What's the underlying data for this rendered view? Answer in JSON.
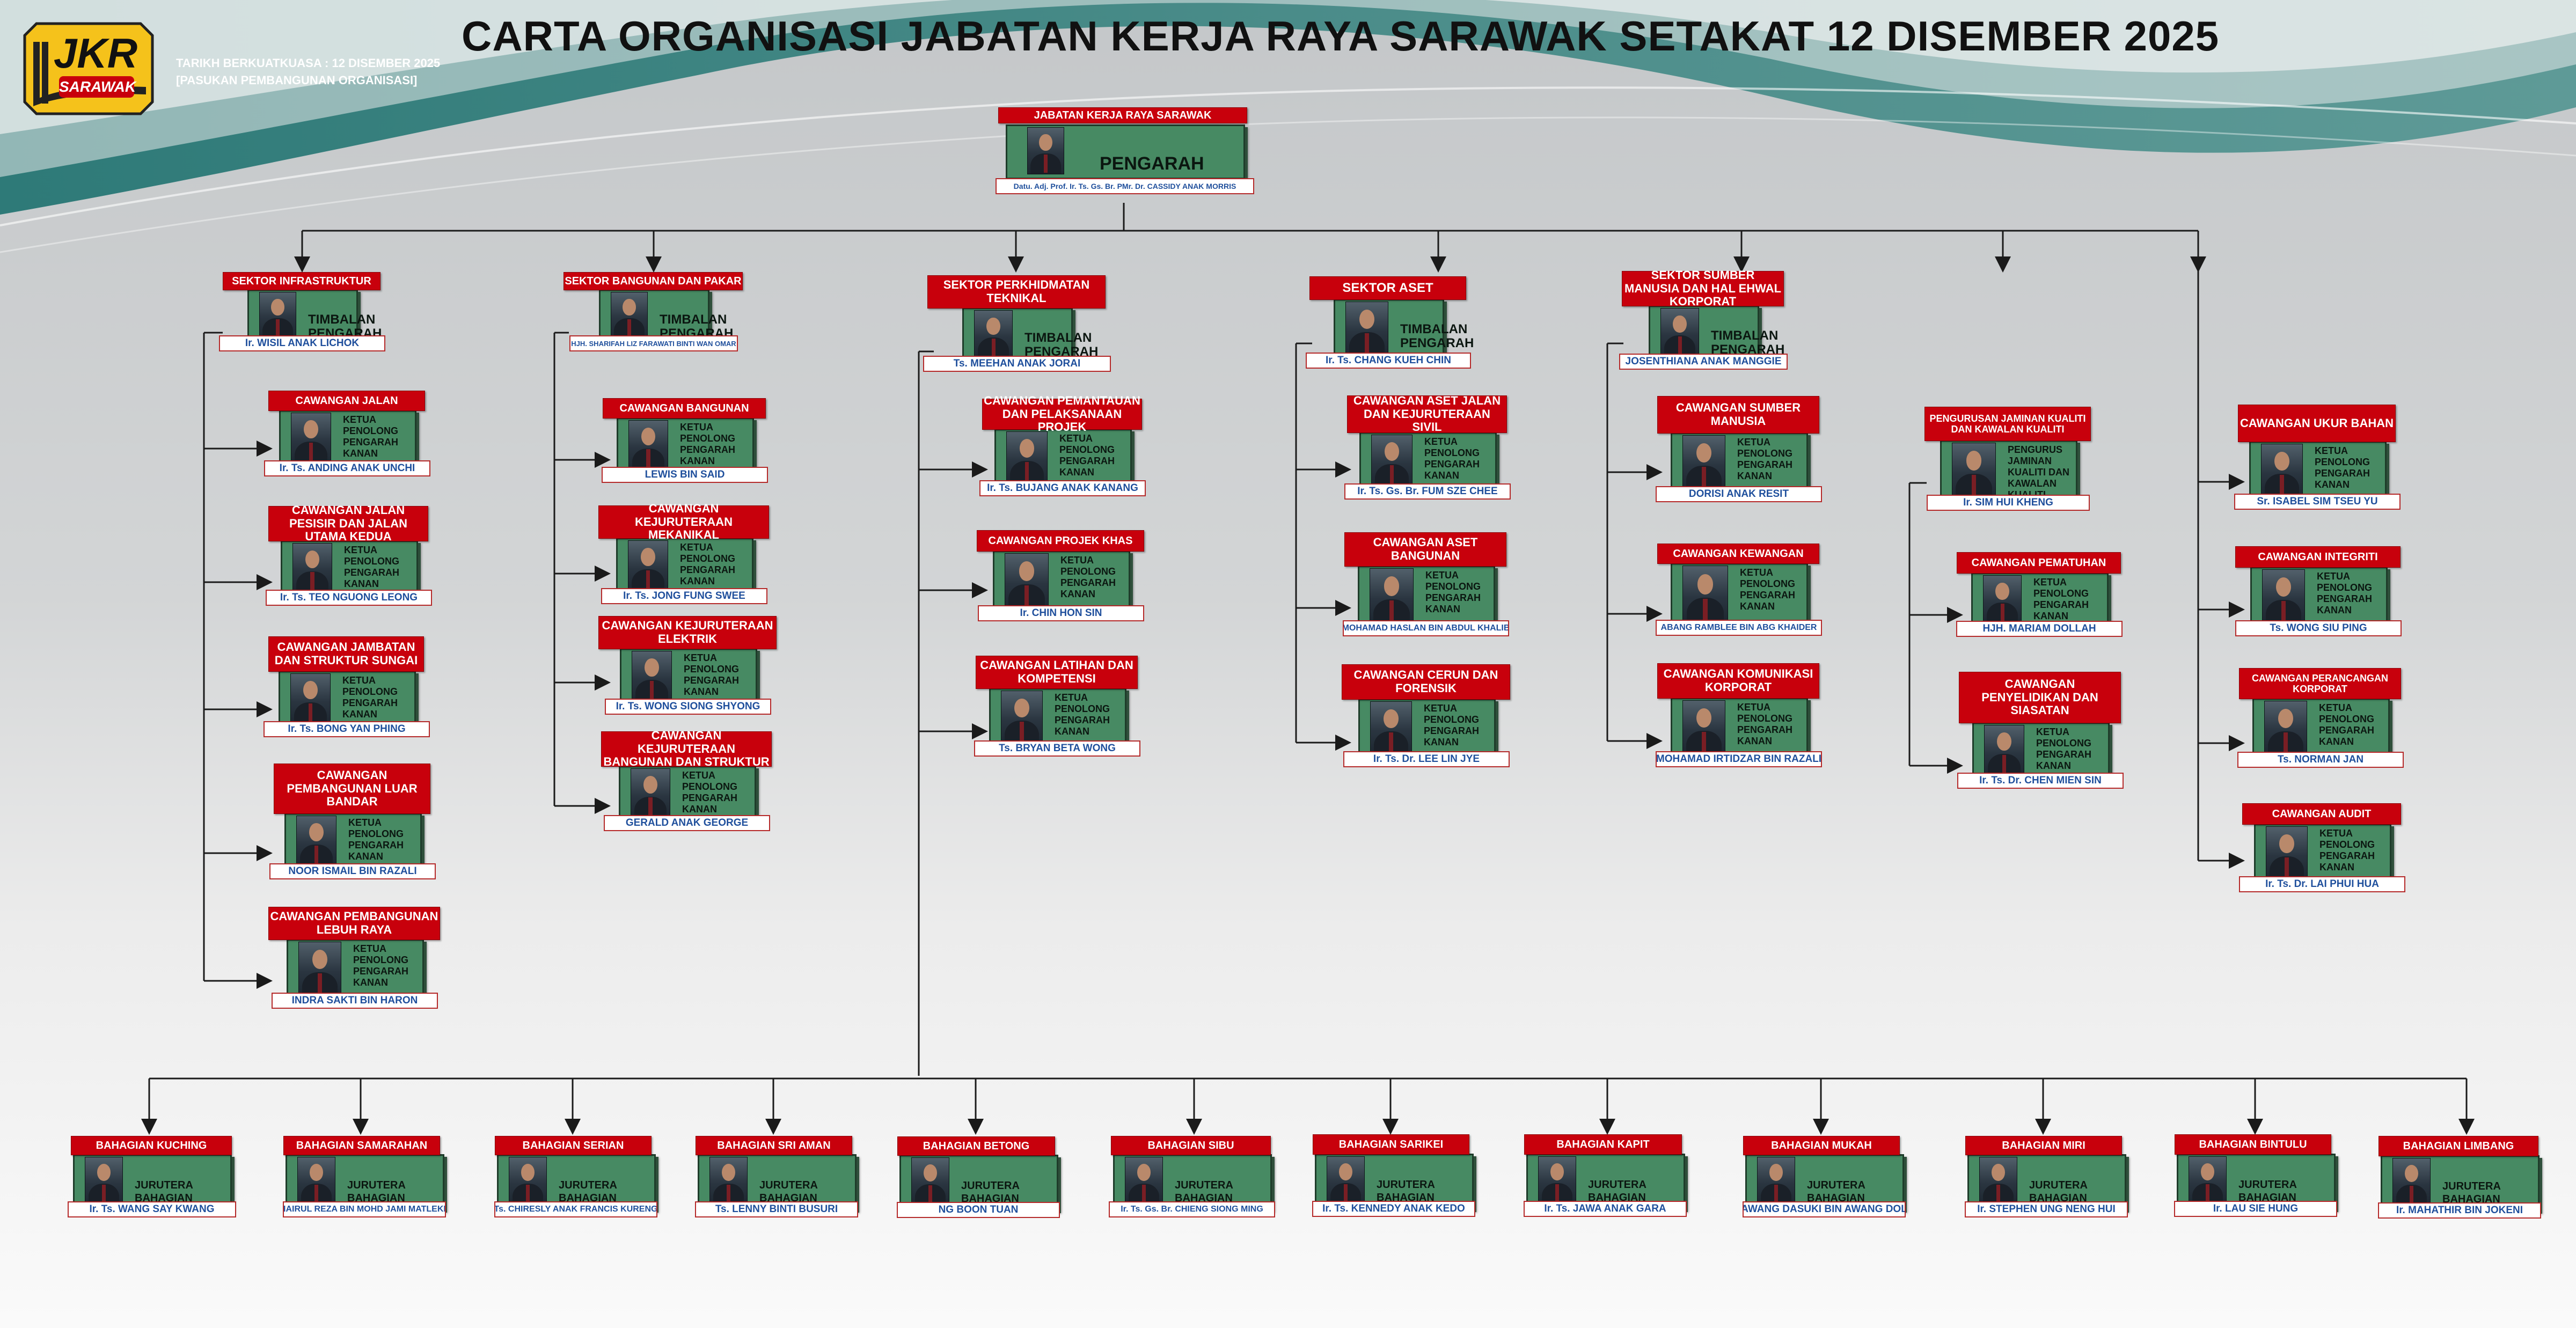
{
  "header": {
    "title": "CARTA ORGANISASI JABATAN KERJA RAYA SARAWAK SETAKAT 12 DISEMBER  2025",
    "date_line": "TARIKH BERKUATKUASA : 12 DISEMBER 2025",
    "source_line": "[PASUKAN PEMBANGUNAN ORGANISASI]",
    "logo_text": "JKR",
    "logo_subtext": "SARAWAK"
  },
  "colors": {
    "header_red": "#c8000c",
    "box_green": "#478a63",
    "teal": "#3d8a85",
    "name_blue": "#1f4f9c"
  },
  "nodes": [
    {
      "id": "pengarah",
      "header": "JABATAN KERJA RAYA SARAWAK",
      "role": "PENGARAH",
      "name": "Datu. Adj. Prof. Ir. Ts. Gs. Br. PMr. Dr. CASSIDY ANAK MORRIS"
    },
    {
      "id": "s_infra",
      "header": "SEKTOR INFRASTRUKTUR",
      "role": "TIMBALAN PENGARAH",
      "name": "Ir. WISIL ANAK LICHOK"
    },
    {
      "id": "s_bangunan",
      "header": "SEKTOR BANGUNAN DAN PAKAR",
      "role": "TIMBALAN PENGARAH",
      "name": "HJH. SHARIFAH LIZ FARAWATI BINTI WAN OMAR"
    },
    {
      "id": "s_perkhidmatan",
      "header": "SEKTOR PERKHIDMATAN TEKNIKAL",
      "role": "TIMBALAN PENGARAH",
      "name": "Ts. MEEHAN ANAK JORAI"
    },
    {
      "id": "s_aset",
      "header": "SEKTOR ASET",
      "role": "TIMBALAN PENGARAH",
      "name": "Ir. Ts. CHANG KUEH CHIN"
    },
    {
      "id": "s_sumber",
      "header": "SEKTOR SUMBER MANUSIA DAN HAL EHWAL KORPORAT",
      "role": "TIMBALAN PENGARAH",
      "name": "JOSENTHIANA ANAK MANGGIE"
    },
    {
      "id": "c_jalan",
      "header": "CAWANGAN JALAN",
      "role": "KETUA PENOLONG PENGARAH KANAN",
      "name": "Ir. Ts. ANDING ANAK UNCHI"
    },
    {
      "id": "c_pesisir",
      "header": "CAWANGAN JALAN PESISIR DAN JALAN UTAMA KEDUA",
      "role": "KETUA PENOLONG PENGARAH KANAN",
      "name": "Ir. Ts. TEO NGUONG LEONG"
    },
    {
      "id": "c_jambatan",
      "header": "CAWANGAN JAMBATAN DAN STRUKTUR SUNGAI",
      "role": "KETUA PENOLONG PENGARAH KANAN",
      "name": "Ir. Ts. BONG YAN PHING"
    },
    {
      "id": "c_luarbandar",
      "header": "CAWANGAN PEMBANGUNAN LUAR BANDAR",
      "role": "KETUA PENOLONG PENGARAH KANAN",
      "name": "NOOR ISMAIL BIN RAZALI"
    },
    {
      "id": "c_lebuhraya",
      "header": "CAWANGAN PEMBANGUNAN LEBUH RAYA",
      "role": "KETUA PENOLONG PENGARAH KANAN",
      "name": "INDRA SAKTI BIN HARON"
    },
    {
      "id": "c_bangunan",
      "header": "CAWANGAN BANGUNAN",
      "role": "KETUA PENOLONG PENGARAH KANAN",
      "name": "LEWIS BIN SAID"
    },
    {
      "id": "c_mekanikal",
      "header": "CAWANGAN KEJURUTERAAN MEKANIKAL",
      "role": "KETUA PENOLONG PENGARAH KANAN",
      "name": "Ir. Ts. JONG FUNG SWEE"
    },
    {
      "id": "c_elektrik",
      "header": "CAWANGAN KEJURUTERAAN ELEKTRIK",
      "role": "KETUA PENOLONG PENGARAH KANAN",
      "name": "Ir. Ts. WONG SIONG SHYONG"
    },
    {
      "id": "c_struktur",
      "header": "CAWANGAN KEJURUTERAAN BANGUNAN DAN STRUKTUR",
      "role": "KETUA PENOLONG PENGARAH KANAN",
      "name": "GERALD ANAK GEORGE"
    },
    {
      "id": "c_pemantauan",
      "header": "CAWANGAN PEMANTAUAN DAN PELAKSANAAN PROJEK",
      "role": "KETUA PENOLONG PENGARAH KANAN",
      "name": "Ir. Ts. BUJANG ANAK KANANG"
    },
    {
      "id": "c_khas",
      "header": "CAWANGAN PROJEK KHAS",
      "role": "KETUA PENOLONG PENGARAH KANAN",
      "name": "Ir. CHIN HON SIN"
    },
    {
      "id": "c_latihan",
      "header": "CAWANGAN LATIHAN DAN KOMPETENSI",
      "role": "KETUA PENOLONG PENGARAH KANAN",
      "name": "Ts. BRYAN BETA WONG"
    },
    {
      "id": "c_asetjalan",
      "header": "CAWANGAN ASET JALAN DAN KEJURUTERAAN SIVIL",
      "role": "KETUA PENOLONG PENGARAH KANAN",
      "name": "Ir. Ts. Gs. Br. FUM SZE CHEE"
    },
    {
      "id": "c_asetbangunan",
      "header": "CAWANGAN ASET BANGUNAN",
      "role": "KETUA PENOLONG PENGARAH KANAN",
      "name": "MOHAMAD HASLAN BIN ABDUL KHALIB"
    },
    {
      "id": "c_cerun",
      "header": "CAWANGAN CERUN DAN FORENSIK",
      "role": "KETUA PENOLONG PENGARAH KANAN",
      "name": "Ir. Ts. Dr. LEE LIN JYE"
    },
    {
      "id": "c_sumber",
      "header": "CAWANGAN SUMBER MANUSIA",
      "role": "KETUA PENOLONG PENGARAH KANAN",
      "name": "DORISI ANAK RESIT"
    },
    {
      "id": "c_kewangan",
      "header": "CAWANGAN KEWANGAN",
      "role": "KETUA PENOLONG PENGARAH KANAN",
      "name": "ABANG RAMBLEE BIN ABG KHAIDER"
    },
    {
      "id": "c_komunikasi",
      "header": "CAWANGAN KOMUNIKASI KORPORAT",
      "role": "KETUA PENOLONG PENGARAH KANAN",
      "name": "MOHAMAD IRTIDZAR BIN RAZALI"
    },
    {
      "id": "u_kualiti",
      "header": "PENGURUSAN JAMINAN KUALITI DAN KAWALAN KUALITI",
      "role": "PENGURUS JAMINAN KUALITI DAN KAWALAN KUALITI",
      "name": "Ir. SIM HUI KHENG"
    },
    {
      "id": "c_pematuhan",
      "header": "CAWANGAN PEMATUHAN",
      "role": "KETUA PENOLONG PENGARAH KANAN",
      "name": "HJH. MARIAM DOLLAH"
    },
    {
      "id": "c_penyelidikan",
      "header": "CAWANGAN PENYELIDIKAN DAN SIASATAN",
      "role": "KETUA PENOLONG PENGARAH KANAN",
      "name": "Ir. Ts. Dr. CHEN MIEN SIN"
    },
    {
      "id": "c_ukur",
      "header": "CAWANGAN UKUR BAHAN",
      "role": "KETUA PENOLONG PENGARAH KANAN",
      "name": "Sr. ISABEL SIM TSEU YU"
    },
    {
      "id": "c_integriti",
      "header": "CAWANGAN INTEGRITI",
      "role": "KETUA PENOLONG PENGARAH KANAN",
      "name": "Ts. WONG SIU PING"
    },
    {
      "id": "c_perancangan",
      "header": "CAWANGAN PERANCANGAN KORPORAT",
      "role": "KETUA PENOLONG PENGARAH KANAN",
      "name": "Ts. NORMAN JAN"
    },
    {
      "id": "c_audit",
      "header": "CAWANGAN AUDIT",
      "role": "KETUA PENOLONG PENGARAH KANAN",
      "name": "Ir. Ts. Dr. LAI PHUI HUA"
    },
    {
      "id": "b_kuching",
      "header": "BAHAGIAN KUCHING",
      "role": "JURUTERA BAHAGIAN",
      "name": "Ir. Ts. WANG SAY KWANG"
    },
    {
      "id": "b_samarahan",
      "header": "BAHAGIAN SAMARAHAN",
      "role": "JURUTERA BAHAGIAN",
      "name": "KHAIRUL REZA BIN MOHD JAMI MATLEKER"
    },
    {
      "id": "b_serian",
      "header": "BAHAGIAN SERIAN",
      "role": "JURUTERA BAHAGIAN",
      "name": "Ts. CHIRESLY ANAK FRANCIS KURENG"
    },
    {
      "id": "b_sriaman",
      "header": "BAHAGIAN SRI AMAN",
      "role": "JURUTERA BAHAGIAN",
      "name": "Ts. LENNY BINTI BUSURI"
    },
    {
      "id": "b_betong",
      "header": "BAHAGIAN BETONG",
      "role": "JURUTERA BAHAGIAN",
      "name": "NG BOON TUAN"
    },
    {
      "id": "b_sibu",
      "header": "BAHAGIAN SIBU",
      "role": "JURUTERA BAHAGIAN",
      "name": "Ir. Ts. Gs. Br. CHIENG SIONG MING"
    },
    {
      "id": "b_sarikei",
      "header": "BAHAGIAN SARIKEI",
      "role": "JURUTERA BAHAGIAN",
      "name": "Ir. Ts. KENNEDY ANAK KEDO"
    },
    {
      "id": "b_kapit",
      "header": "BAHAGIAN KAPIT",
      "role": "JURUTERA BAHAGIAN",
      "name": "Ir. Ts. JAWA ANAK GARA"
    },
    {
      "id": "b_mukah",
      "header": "BAHAGIAN MUKAH",
      "role": "JURUTERA BAHAGIAN",
      "name": "AWANG DASUKI BIN AWANG DOL"
    },
    {
      "id": "b_miri",
      "header": "BAHAGIAN MIRI",
      "role": "JURUTERA BAHAGIAN",
      "name": "Ir. STEPHEN UNG NENG HUI"
    },
    {
      "id": "b_bintulu",
      "header": "BAHAGIAN BINTULU",
      "role": "JURUTERA BAHAGIAN",
      "name": "Ir. LAU SIE HUNG"
    },
    {
      "id": "b_limbang",
      "header": "BAHAGIAN LIMBANG",
      "role": "JURUTERA BAHAGIAN",
      "name": "Ir. MAHATHIR BIN JOKENI"
    }
  ]
}
